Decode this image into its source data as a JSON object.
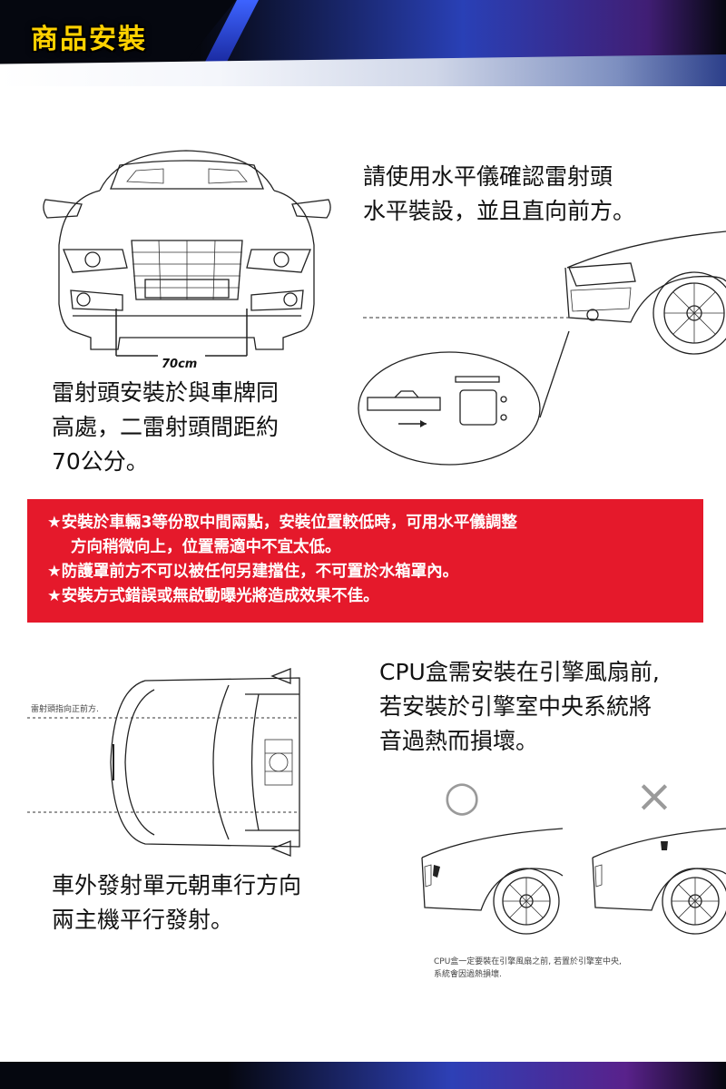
{
  "header": {
    "title": "商品安裝"
  },
  "section1": {
    "top_right_text": [
      "請使用水平儀確認雷射頭",
      "水平裝設，並且直向前方。"
    ],
    "left_text": [
      "雷射頭安裝於與車牌同",
      "高處，二雷射頭間距約",
      "70公分。"
    ],
    "distance_label": "70cm"
  },
  "notice": {
    "lines": [
      "★安裝於車輛3等份取中間兩點，安裝位置較低時，可用水平儀調整",
      "方向稍微向上，位置需適中不宜太低。",
      "★防護罩前方不可以被任何另建擋住，不可置於水箱罩內。",
      "★安裝方式錯誤或無啟動曝光將造成效果不佳。"
    ],
    "background_color": "#e5192b"
  },
  "section2": {
    "top_left_caption": "雷射頭指向正前方.",
    "cpu_text": [
      "CPU盒需安裝在引擎風扇前,",
      "若安裝於引擎室中央系統將",
      "音過熱而損壞。"
    ],
    "mount_text": [
      "車外發射單元朝車行方向",
      "兩主機平行發射。"
    ],
    "correct_symbol": "○",
    "wrong_symbol": "×",
    "cpu_caption": [
      "CPU盒一定要裝在引擎風扇之前, 若置於引擎室中央,",
      "系統會因過熱損壞."
    ]
  },
  "colors": {
    "header_title": "#ffd200",
    "header_bg": "#05070f",
    "accent_blue": "#3d63ff"
  }
}
